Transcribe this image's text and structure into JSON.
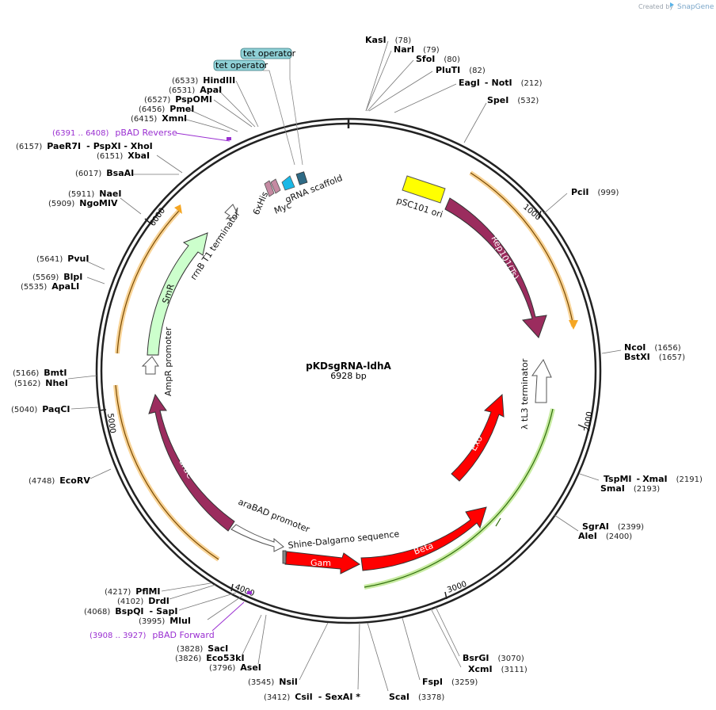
{
  "app": {
    "credit_prefix": "Created by",
    "credit_brand": "SnapGene"
  },
  "plasmid": {
    "name": "pKDsgRNA-ldhA",
    "length_label": "6928 bp"
  },
  "tick_labels": [
    "1000",
    "2000",
    "3000",
    "4000",
    "5000",
    "6000"
  ],
  "sites": [
    {
      "name": "KasI",
      "pos": "(78)"
    },
    {
      "name": "NarI",
      "pos": "(79)"
    },
    {
      "name": "SfoI",
      "pos": "(80)"
    },
    {
      "name": "PluTI",
      "pos": "(82)"
    },
    {
      "name": "EagI",
      "sep": "-",
      "name2": "NotI",
      "pos": "(212)"
    },
    {
      "name": "SpeI",
      "pos": "(532)"
    },
    {
      "name": "PciI",
      "pos": "(999)"
    },
    {
      "name": "NcoI",
      "pos": "(1656)"
    },
    {
      "name": "BstXI",
      "pos": "(1657)"
    },
    {
      "name": "TspMI",
      "sep": "-",
      "name2": "XmaI",
      "pos": "(2191)"
    },
    {
      "name": "SmaI",
      "pos": "(2193)"
    },
    {
      "name": "SgrAI",
      "pos": "(2399)"
    },
    {
      "name": "AleI",
      "pos": "(2400)"
    },
    {
      "name": "BsrGI",
      "pos": "(3070)"
    },
    {
      "name": "XcmI",
      "pos": "(3111)"
    },
    {
      "name": "FspI",
      "pos": "(3259)"
    },
    {
      "name": "ScaI",
      "pos": "(3378)"
    },
    {
      "name": "CsiI",
      "sep": "-",
      "name2": "SexAI *",
      "pos": "(3412)"
    },
    {
      "name": "NsiI",
      "pos": "(3545)"
    },
    {
      "name": "AseI",
      "pos": "(3796)"
    },
    {
      "name": "Eco53kI",
      "pos": "(3826)"
    },
    {
      "name": "SacI",
      "pos": "(3828)"
    },
    {
      "name": "MluI",
      "pos": "(3995)"
    },
    {
      "name": "BspQI",
      "sep": "-",
      "name2": "SapI",
      "pos": "(4068)"
    },
    {
      "name": "DrdI",
      "pos": "(4102)"
    },
    {
      "name": "PflMI",
      "pos": "(4217)"
    },
    {
      "name": "EcoRV",
      "pos": "(4748)"
    },
    {
      "name": "PaqCI",
      "pos": "(5040)"
    },
    {
      "name": "NheI",
      "pos": "(5162)"
    },
    {
      "name": "BmtI",
      "pos": "(5166)"
    },
    {
      "name": "ApaLI",
      "pos": "(5535)"
    },
    {
      "name": "BlpI",
      "pos": "(5569)"
    },
    {
      "name": "PvuI",
      "pos": "(5641)"
    },
    {
      "name": "NgoMIV",
      "pos": "(5909)"
    },
    {
      "name": "NaeI",
      "pos": "(5911)"
    },
    {
      "name": "BsaAI",
      "pos": "(6017)"
    },
    {
      "name": "XbaI",
      "pos": "(6151)"
    },
    {
      "name": "PaeR7I",
      "sep": "-",
      "name2": "PspXI - XhoI",
      "pos": "(6157)"
    },
    {
      "name": "XmnI",
      "pos": "(6415)"
    },
    {
      "name": "PmeI",
      "pos": "(6456)"
    },
    {
      "name": "PspOMI",
      "pos": "(6527)"
    },
    {
      "name": "ApaI",
      "pos": "(6531)"
    },
    {
      "name": "HindIII",
      "pos": "(6533)"
    }
  ],
  "primers": [
    {
      "range": "(6391 .. 6408)",
      "name": "pBAD Reverse"
    },
    {
      "range": "(3908 .. 3927)",
      "name": "pBAD Forward"
    }
  ],
  "operators": [
    "tet operator",
    "tet operator"
  ],
  "features": [
    {
      "name": "pSC101 ori",
      "color": "#ffff00"
    },
    {
      "name": "Rep101(Ts)",
      "color": "#9b2c5e"
    },
    {
      "name": "λ tL3 terminator",
      "color": "#ffffff"
    },
    {
      "name": "Exo",
      "color": "#ff0000"
    },
    {
      "name": "Beta",
      "color": "#ff0000"
    },
    {
      "name": "Gam",
      "color": "#ff0000"
    },
    {
      "name": "Shine-Dalgarno sequence",
      "color": "#888888"
    },
    {
      "name": "araBAD promoter",
      "color": "#ffffff"
    },
    {
      "name": "araC",
      "color": "#9b2c5e"
    },
    {
      "name": "AmpR promoter",
      "color": "#ffffff"
    },
    {
      "name": "SmR",
      "color": "#ccffcc"
    },
    {
      "name": "rrnB T1 terminator",
      "color": "#ffffff"
    },
    {
      "name": "6xHis",
      "color": "#c58aa2"
    },
    {
      "name": "Myc",
      "color": "#c58aa2"
    },
    {
      "name": "gRNA scaffold",
      "color": "#1ab8e6"
    }
  ]
}
